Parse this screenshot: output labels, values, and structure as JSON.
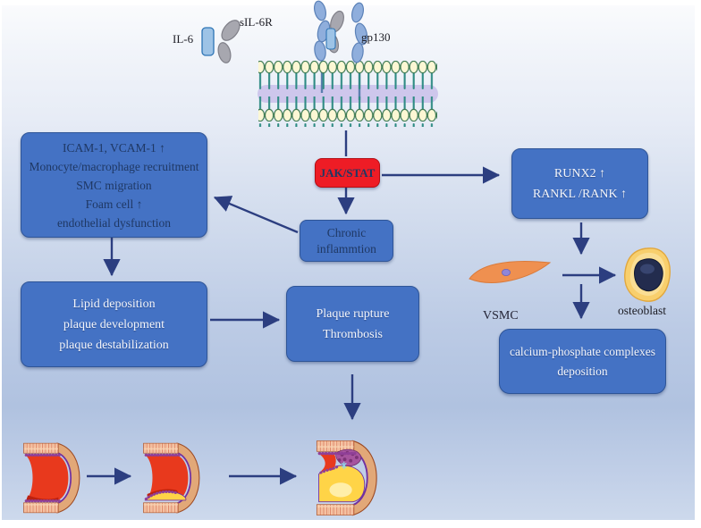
{
  "figure": {
    "receptors": {
      "il6": "IL-6",
      "sil6r": "sIL-6R",
      "gp130": "gp130"
    },
    "pathway_node": {
      "label": "JAK/STAT"
    },
    "boxes": {
      "chronic": {
        "lines": [
          "Chronic",
          "inflammtion"
        ]
      },
      "icam": {
        "lines": [
          "ICAM-1, VCAM-1 ↑",
          "Monocyte/macrophage  recruitment",
          "SMC migration",
          "Foam cell  ↑",
          "endothelial dysfunction"
        ]
      },
      "lipid": {
        "lines": [
          "Lipid deposition",
          "plaque development",
          "plaque destabilization"
        ]
      },
      "plaque": {
        "lines": [
          "Plaque rupture",
          "Thrombosis"
        ]
      },
      "runx2": {
        "lines": [
          "RUNX2 ↑",
          "RANKL /RANK  ↑"
        ]
      },
      "calcium": {
        "lines": [
          "calcium-phosphate  complexes",
          "deposition"
        ]
      }
    },
    "cell_labels": {
      "vsmc": "VSMC",
      "osteoblast": "osteoblast"
    }
  },
  "colors": {
    "box_blue": "#4472c4",
    "box_border": "#2f5597",
    "jak_red": "#ee1c25",
    "arrow_navy": "#2c3e80",
    "text_navy": "#1f3864"
  }
}
